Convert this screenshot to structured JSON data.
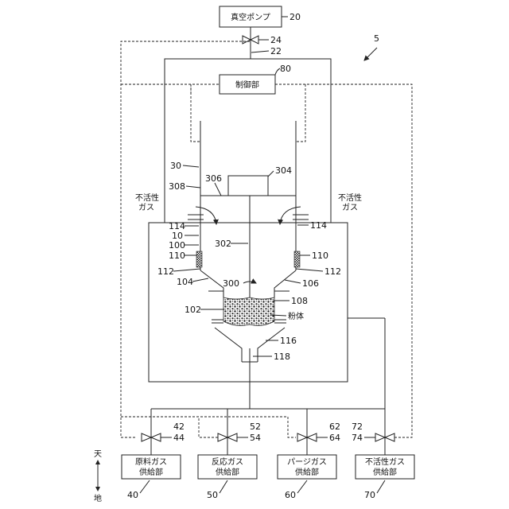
{
  "figure_number": "5",
  "boxes": {
    "vacuum_pump": "真空ポンプ",
    "control_unit": "制御部",
    "raw_gas_line1": "原料ガス",
    "raw_gas_line2": "供給部",
    "reaction_gas_line1": "反応ガス",
    "reaction_gas_line2": "供給部",
    "purge_gas_line1": "パージガス",
    "purge_gas_line2": "供給部",
    "inert_gas_supply_line1": "不活性ガス",
    "inert_gas_supply_line2": "供給部"
  },
  "inert_gas_left": [
    "不活性",
    "ガス"
  ],
  "inert_gas_right": [
    "不活性",
    "ガス"
  ],
  "powder_label": "粉体",
  "direction": {
    "up": "天",
    "down": "地"
  },
  "refs": {
    "r20": "20",
    "r22": "22",
    "r24": "24",
    "r80": "80",
    "r30": "30",
    "r306": "306",
    "r304": "304",
    "r308": "308",
    "r114l": "114",
    "r114r": "114",
    "r10": "10",
    "r100": "100",
    "r302": "302",
    "r110l": "110",
    "r110r": "110",
    "r112l": "112",
    "r112r": "112",
    "r104": "104",
    "r300": "300",
    "r106": "106",
    "r108": "108",
    "r102": "102",
    "r116": "116",
    "r118": "118",
    "r42": "42",
    "r44": "44",
    "r52": "52",
    "r54": "54",
    "r62": "62",
    "r64": "64",
    "r72": "72",
    "r74": "74",
    "r40": "40",
    "r50": "50",
    "r60": "60",
    "r70": "70"
  }
}
